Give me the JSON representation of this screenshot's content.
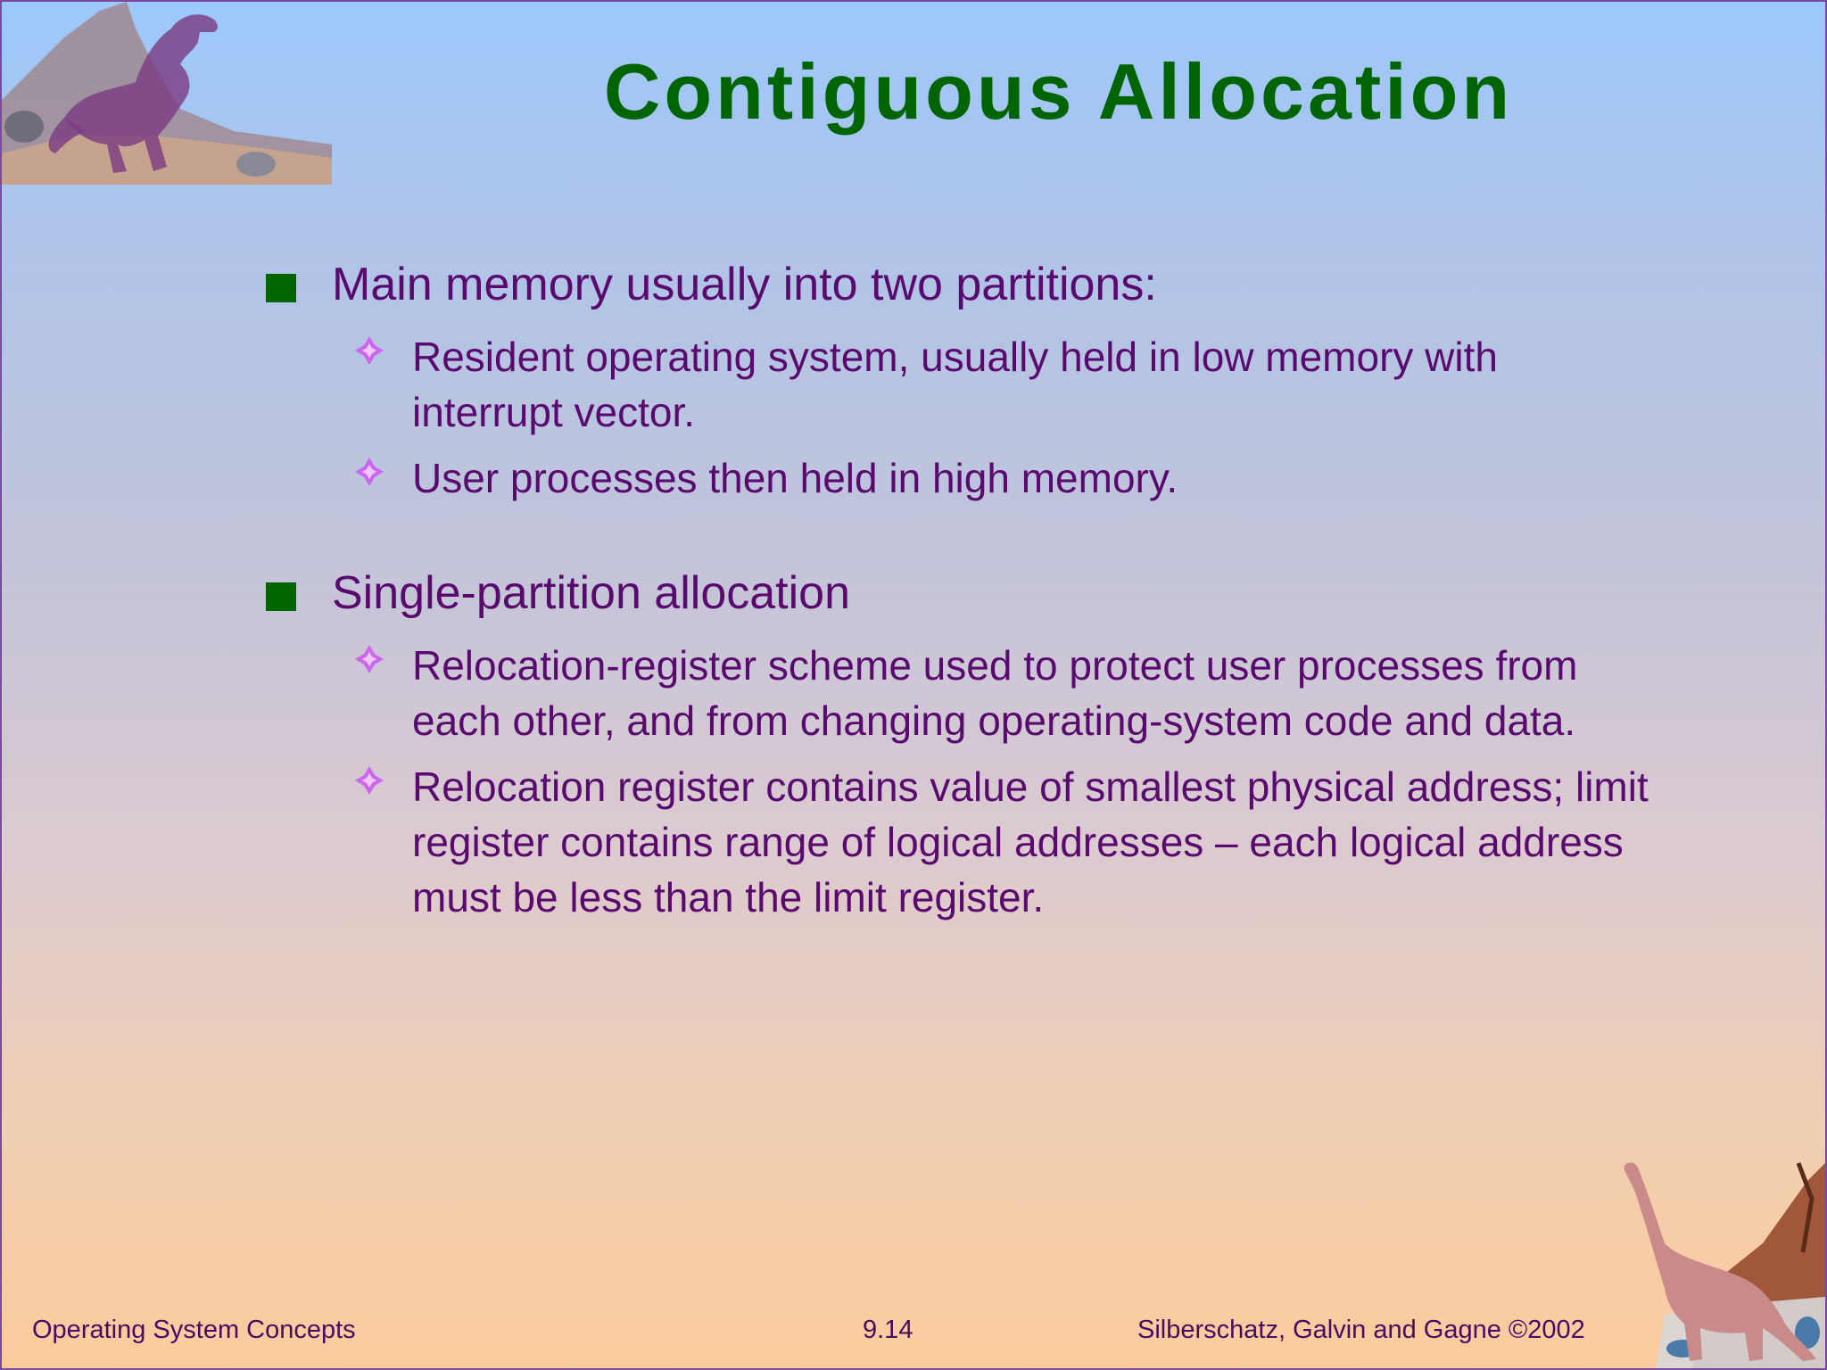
{
  "slide": {
    "title": "Contiguous Allocation",
    "bullets": [
      {
        "text": "Main memory usually into two partitions:",
        "subbullets": [
          "Resident operating system, usually held in low memory with interrupt vector.",
          "User processes then held in high memory."
        ]
      },
      {
        "text": "Single-partition allocation",
        "subbullets": [
          "Relocation-register scheme used to protect user processes from each other, and from changing operating-system code and data.",
          "Relocation register contains value of smallest physical address; limit register contains range of logical addresses – each logical address must be less than the limit register."
        ]
      }
    ]
  },
  "footer": {
    "left": "Operating System Concepts",
    "center": "9.14",
    "right": "Silberschatz, Galvin and  Gagne ©2002"
  },
  "colors": {
    "title": "#006400",
    "text": "#5a0a6e",
    "bullet_square": "#006400",
    "bullet_diamond": "#cc66ee"
  },
  "icons": {
    "top_left": "t-rex-dinosaur-illustration",
    "bottom_right": "long-neck-dinosaur-illustration"
  }
}
